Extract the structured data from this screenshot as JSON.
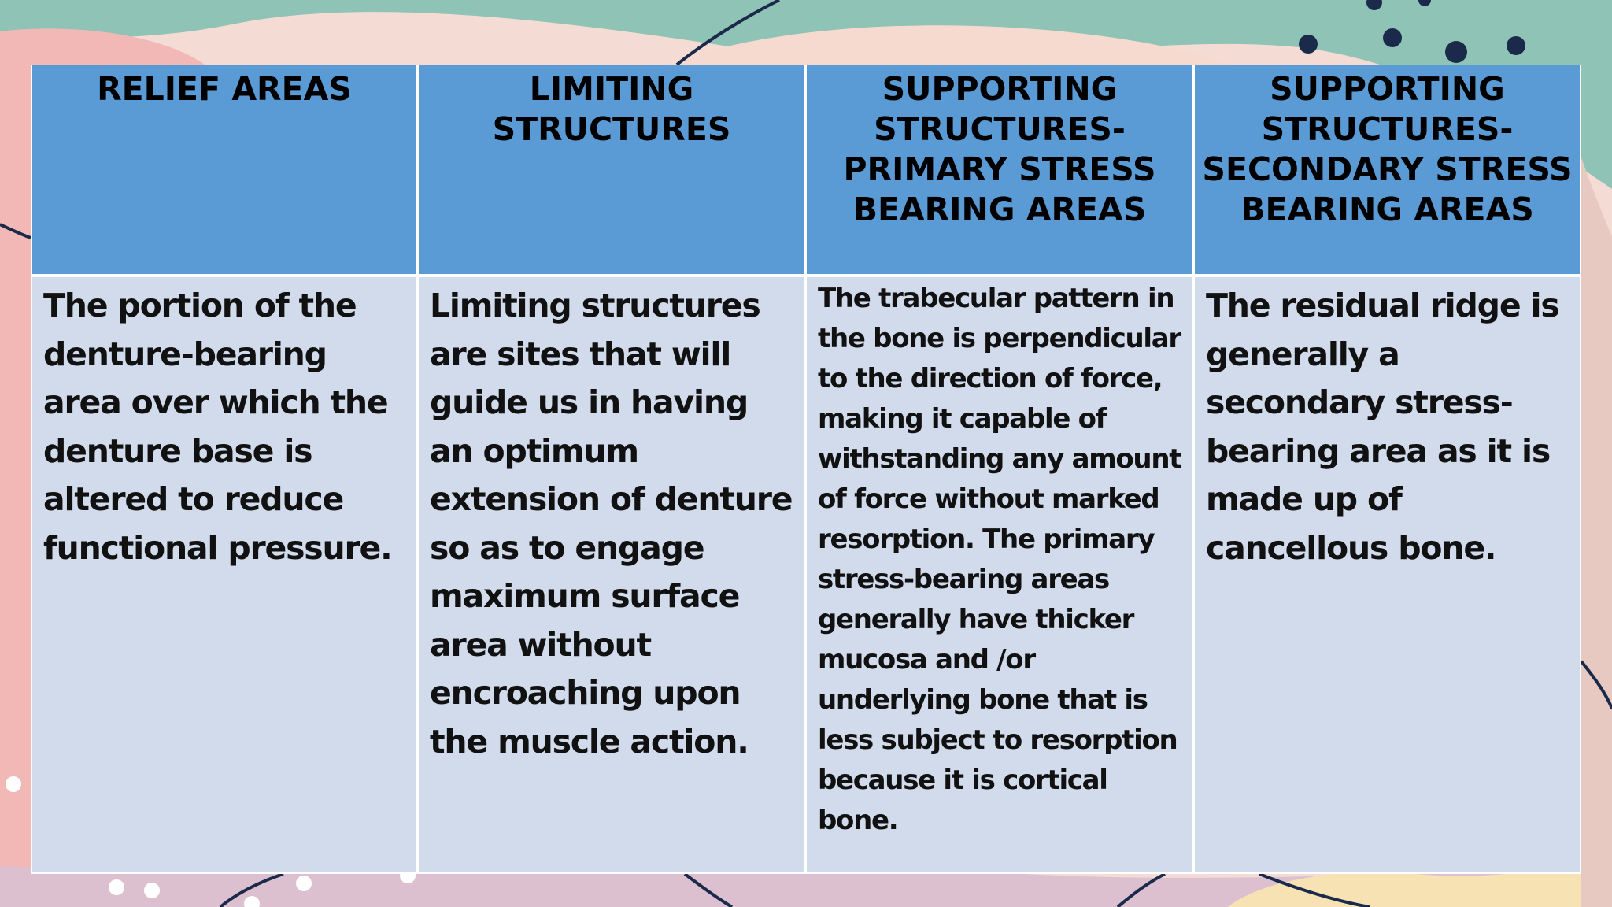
{
  "slide": {
    "colors": {
      "header_fill": "#5b9bd5",
      "body_fill": "#d1dbeb",
      "teal_blob": "#8fc3b5",
      "pink_blob": "#f2b8b6",
      "peach_blob": "#f6d9cf",
      "yellow_blob": "#f7e2b4",
      "dots": "#1b2a4a"
    },
    "table": {
      "headers": [
        "RELIEF AREAS",
        "LIMITING STRUCTURES",
        "SUPPORTING STRUCTURES- PRIMARY STRESS BEARING AREAS",
        "SUPPORTING STRUCTURES- SECONDARY STRESS BEARING AREAS"
      ],
      "cells": [
        " The portion of the denture-bearing area over which the denture base is altered to reduce functional pressure.",
        "Limiting structures are sites that will guide us in having an optimum extension of denture so as to engage maximum surface area without encroaching upon the muscle action.",
        "The trabecular pattern in the bone is perpendicular to the direction of force, making it capable of withstanding any amount of force without marked resorption. The primary stress-bearing areas generally have thicker mucosa and /or underlying bone that is less subject to resorption because it is cortical bone.",
        "The residual ridge is generally a secondary stress-bearing area as it is made up of cancellous bone."
      ]
    }
  }
}
